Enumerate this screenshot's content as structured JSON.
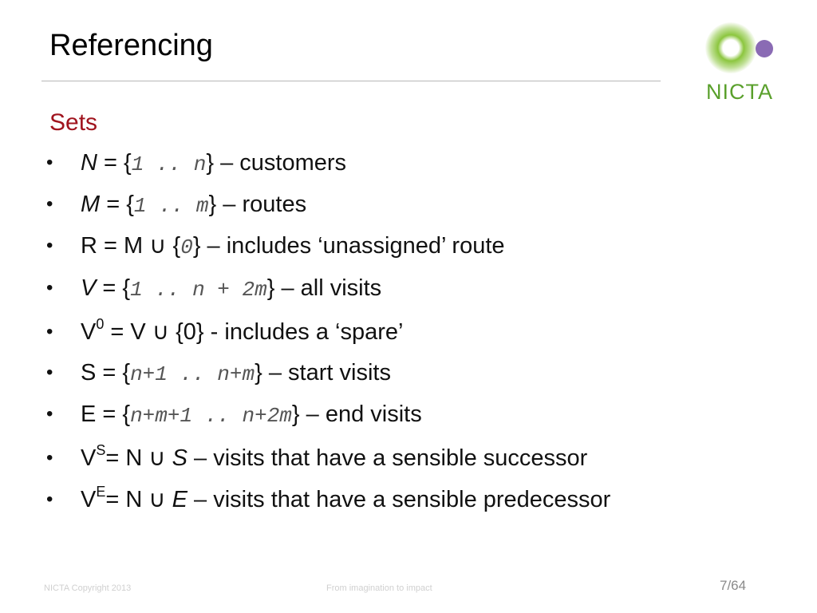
{
  "slide": {
    "title": "Referencing",
    "section": "Sets",
    "logo_text": "NICTA",
    "bullet_char": "•",
    "colors": {
      "section": "#a0141e",
      "logo_green": "#8cc63f",
      "logo_purple": "#8a6bb4",
      "logo_text": "#5aa02c"
    }
  },
  "bullets": {
    "b1": {
      "sym": "N",
      "eq": " = {",
      "range": "1 .. n",
      "close": "}",
      "desc": " – customers"
    },
    "b2": {
      "sym": "M",
      "eq": " = {",
      "range": "1 .. m",
      "close": "}",
      "desc": " – routes"
    },
    "b3": {
      "lhs": "R = M ",
      "op": "∪",
      "open": " {",
      "range": "0",
      "close": "}",
      "desc": " – includes ‘unassigned’ route"
    },
    "b4": {
      "sym": "V",
      "eq": " = {",
      "range": "1 .. n + 2m",
      "close": "}",
      "desc": " – all visits"
    },
    "b5": {
      "base": "V",
      "sup": "0",
      "rest": " = V ",
      "op": "∪",
      "desc": " {0}  - includes a ‘spare’"
    },
    "b6": {
      "lhs": "S = {",
      "range": "n+1 .. n+m",
      "close": "}",
      "desc": " – start visits"
    },
    "b7": {
      "lhs": "E = {",
      "range": "n+m+1 .. n+2m",
      "close": "}",
      "desc": " – end visits"
    },
    "b8": {
      "base": "V",
      "sup": "S",
      "rest": "= N ",
      "op": "∪",
      "sym": " S",
      "desc": " – visits that have a sensible successor"
    },
    "b9": {
      "base": "V",
      "sup": "E",
      "rest": "= N ",
      "op": "∪",
      "sym": " E",
      "desc": " – visits that have a sensible predecessor"
    }
  },
  "footer": {
    "copyright": "NICTA Copyright 2013",
    "tagline": "From imagination to impact",
    "page": "7/64"
  }
}
